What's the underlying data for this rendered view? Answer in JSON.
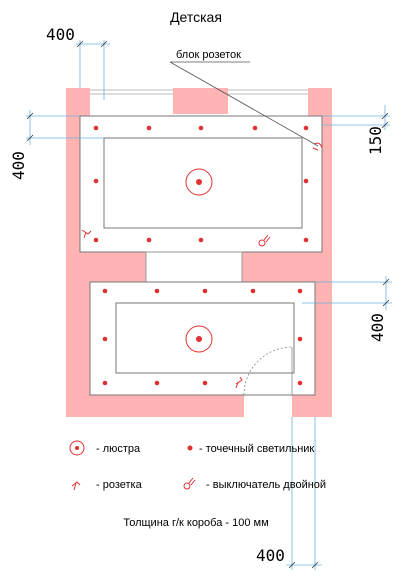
{
  "title": "Детская",
  "callout_label": "блок розеток",
  "dimensions": {
    "top_left": "400",
    "left": "400",
    "right_top": "150",
    "right_bottom": "400",
    "bottom": "400"
  },
  "legend": {
    "chandelier": "- люстра",
    "spotlight": "- точечный светильник",
    "socket": "- розетка",
    "switch": "- выключатель двойной"
  },
  "note": "Толщина г/к короба - 100 мм",
  "colors": {
    "wall": "#ffb3b3",
    "light": "#e03030",
    "dim_line": "#6ab0e0",
    "outline": "#999999"
  }
}
